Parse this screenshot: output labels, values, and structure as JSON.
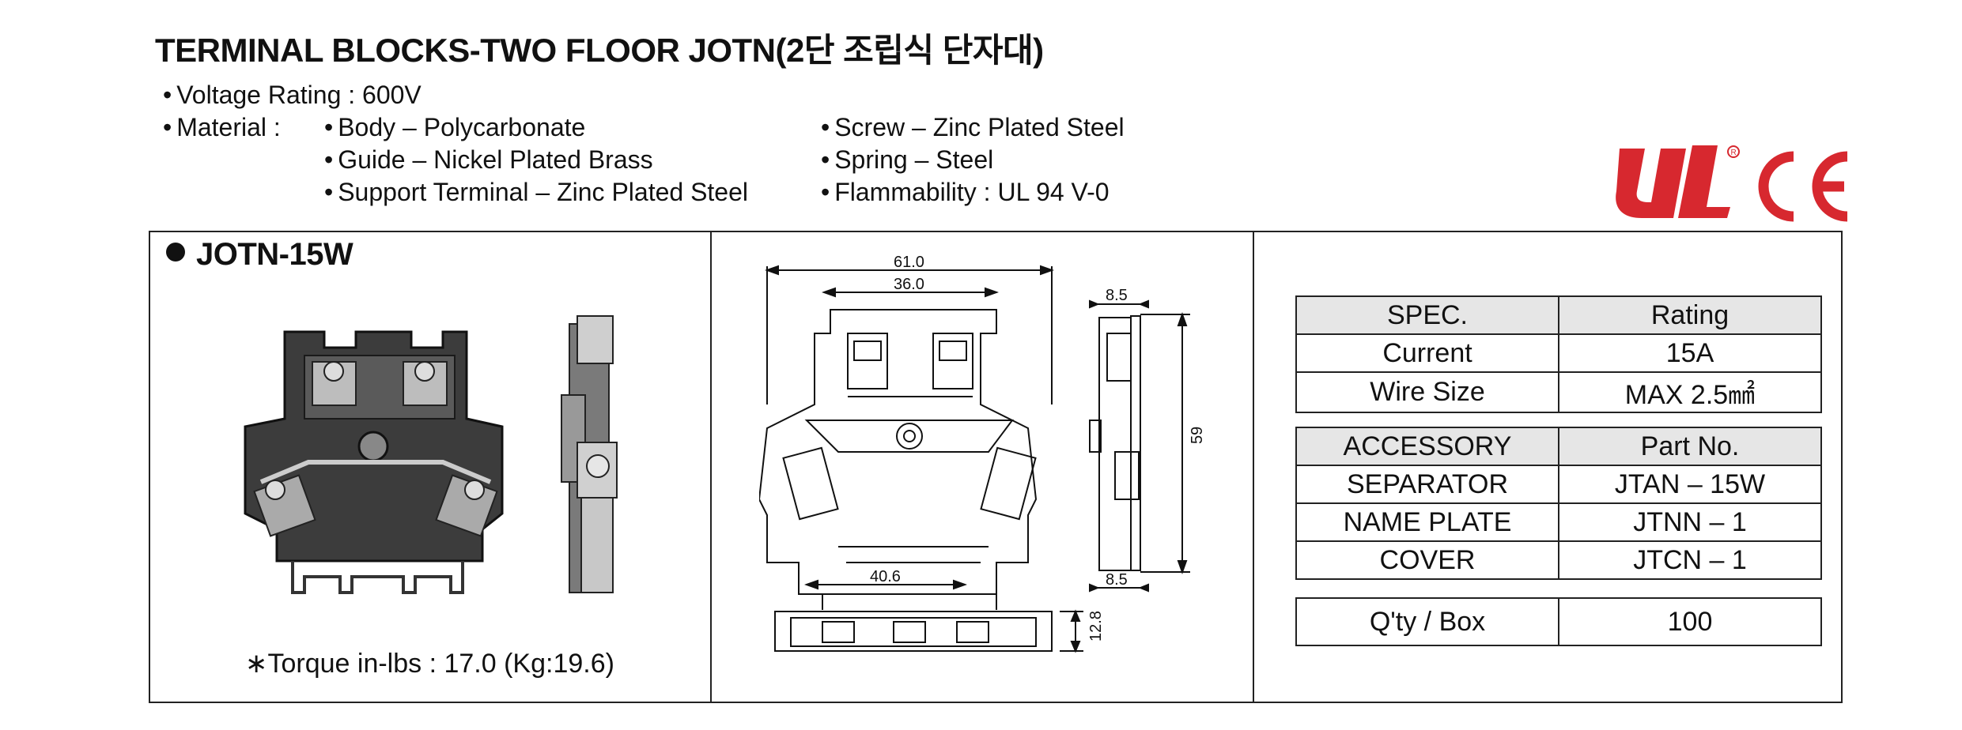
{
  "header": {
    "title": "TERMINAL BLOCKS-TWO FLOOR JOTN(2단 조립식 단자대)"
  },
  "specs": {
    "voltage": "Voltage Rating : 600V",
    "material_label": "Material :",
    "body": "Body – Polycarbonate",
    "guide": "Guide – Nickel Plated Brass",
    "support": "Support Terminal – Zinc Plated Steel",
    "screw": "Screw – Zinc Plated Steel",
    "spring": "Spring – Steel",
    "flammability": "Flammability : UL 94 V-0"
  },
  "logos": {
    "ul": "ul-certification-logo",
    "ce": "ce-mark-logo",
    "ce_text": "CE"
  },
  "product": {
    "model": "JOTN-15W",
    "torque": "∗Torque in-lbs : 17.0 (Kg:19.6)"
  },
  "dimensions": {
    "width_total": "61.0",
    "width_inner": "36.0",
    "side_top": "8.5",
    "height": "59",
    "width_bottom": "40.6",
    "side_bottom": "8.5",
    "base_height": "12.8"
  },
  "rating_table": {
    "headers": [
      "SPEC.",
      "Rating"
    ],
    "rows": [
      [
        "Current",
        "15A"
      ],
      [
        "Wire Size",
        "MAX 2.5㎟"
      ]
    ]
  },
  "accessory_table": {
    "headers": [
      "ACCESSORY",
      "Part  No."
    ],
    "rows": [
      [
        "SEPARATOR",
        "JTAN – 15W"
      ],
      [
        "NAME PLATE",
        "JTNN – 1"
      ],
      [
        "COVER",
        "JTCN – 1"
      ]
    ]
  },
  "qty_table": {
    "rows": [
      [
        "Q'ty / Box",
        "100"
      ]
    ]
  },
  "colors": {
    "ul_red": "#d7282f",
    "ce_red": "#d7282f"
  }
}
